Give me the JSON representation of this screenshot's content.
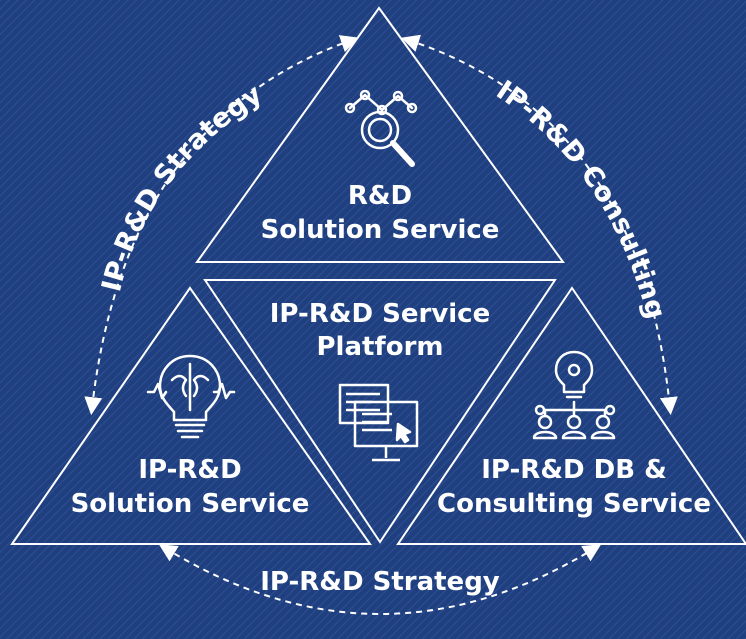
{
  "colors": {
    "background": "#1f3f7f",
    "stripe": "#2b4f93",
    "line": "#ffffff",
    "text": "#ffffff"
  },
  "triangles": {
    "top": {
      "line1": "R&D",
      "line2": "Solution Service",
      "icon": "analytics-magnifier-icon"
    },
    "center": {
      "line1": "IP-R&D Service",
      "line2": "Platform",
      "icon": "computer-monitor-icon"
    },
    "left": {
      "line1": "IP-R&D",
      "line2": "Solution Service",
      "icon": "lightbulb-brain-icon"
    },
    "right": {
      "line1": "IP-R&D DB &",
      "line2": "Consulting Service",
      "icon": "idea-team-network-icon"
    }
  },
  "cycle_labels": {
    "left_arc": "IP-R&D Strategy",
    "right_arc": "IP-R&D Consulting",
    "bottom_arc": "IP-R&D Strategy"
  }
}
